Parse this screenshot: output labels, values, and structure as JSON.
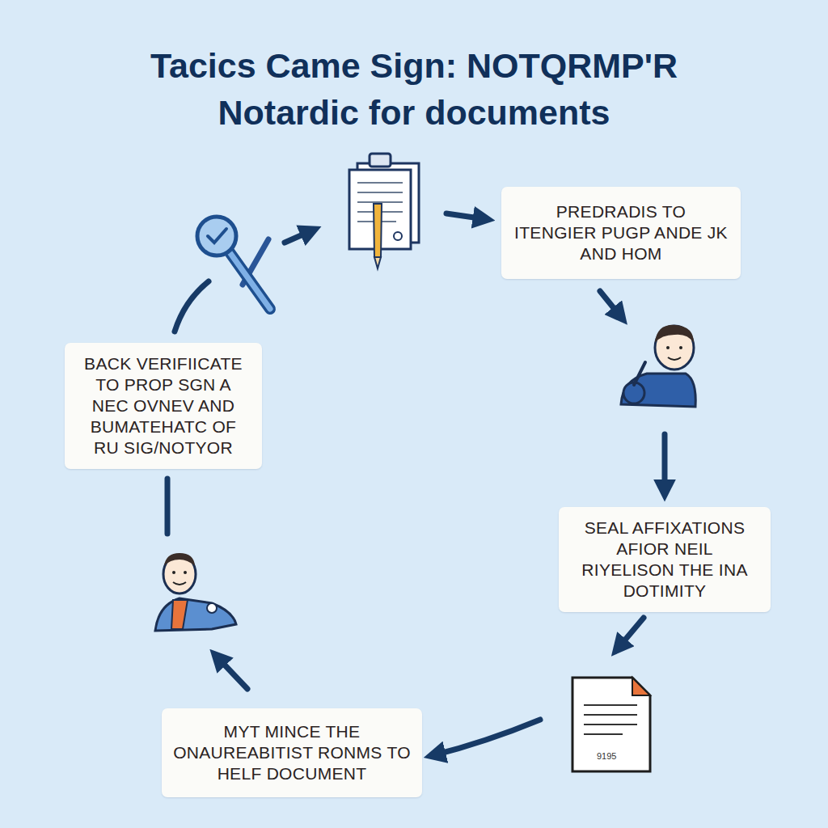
{
  "diagram": {
    "title": "Tacics Came Sign: NOTQRMP'R Notardic for documents",
    "nodes": [
      {
        "text": [
          "PREDRADIS TO ITENGIER PUGP ANDE JK AND HOM"
        ]
      },
      {
        "text": [
          "BACK VERIFIICATE TO PROP SGN A NEC OVNEV AND BUMATEHATC OF RU SIG/NOTYOR"
        ]
      },
      {
        "text": [
          "SEAL AFFIXATIONS AFIOR NEIL RIYELISON THE INA DOTIMITY"
        ]
      },
      {
        "text": [
          "MYT MINCE THE ONAUREABITIST RONMS TO HELF DOCUMENT"
        ]
      }
    ],
    "labels": [
      "9195"
    ]
  }
}
